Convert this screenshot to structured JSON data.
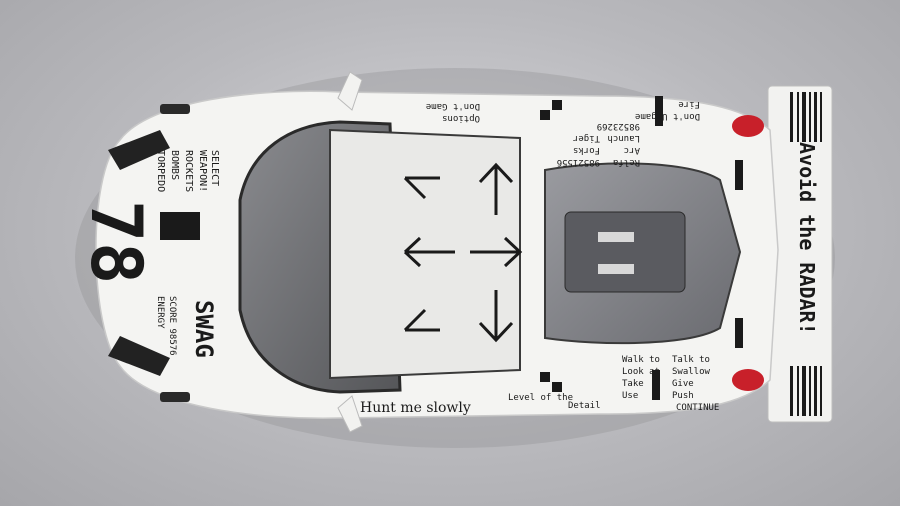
{
  "livery": {
    "nose_menu": [
      "SELECT",
      "WEAPON!",
      "ROCKETS",
      "BOMBS",
      "TORPEDO"
    ],
    "car_number": "78",
    "hood_tag": "SWAG",
    "hood_score": "SCORE 98576",
    "hood_energy": "ENERGY",
    "roof_controls": "←↑→↓",
    "side_title": "Avoid the RADAR!",
    "top_options": [
      "Options",
      "Don't Game",
      "Don't Ungame",
      "Fire"
    ],
    "top_codes": [
      "Relfa",
      "Arc",
      "Launch",
      "98523269",
      "98521556",
      "Forks",
      "Tiger"
    ],
    "bottom_actions_1": [
      "Walk to",
      "Look at",
      "Take",
      "Use"
    ],
    "bottom_actions_2": [
      "Talk to",
      "Swallow",
      "Give",
      "Push"
    ],
    "bottom_continue": "CONTINUE",
    "bottom_left_text": "Level of the",
    "bottom_sill_text": "Hunt me slowly",
    "bottom_detail": "Detail"
  },
  "colors": {
    "body": "#f4f4f2",
    "glass": "#6d6e72",
    "graphics": "#1a1a1a",
    "lights": "#c8202a"
  }
}
